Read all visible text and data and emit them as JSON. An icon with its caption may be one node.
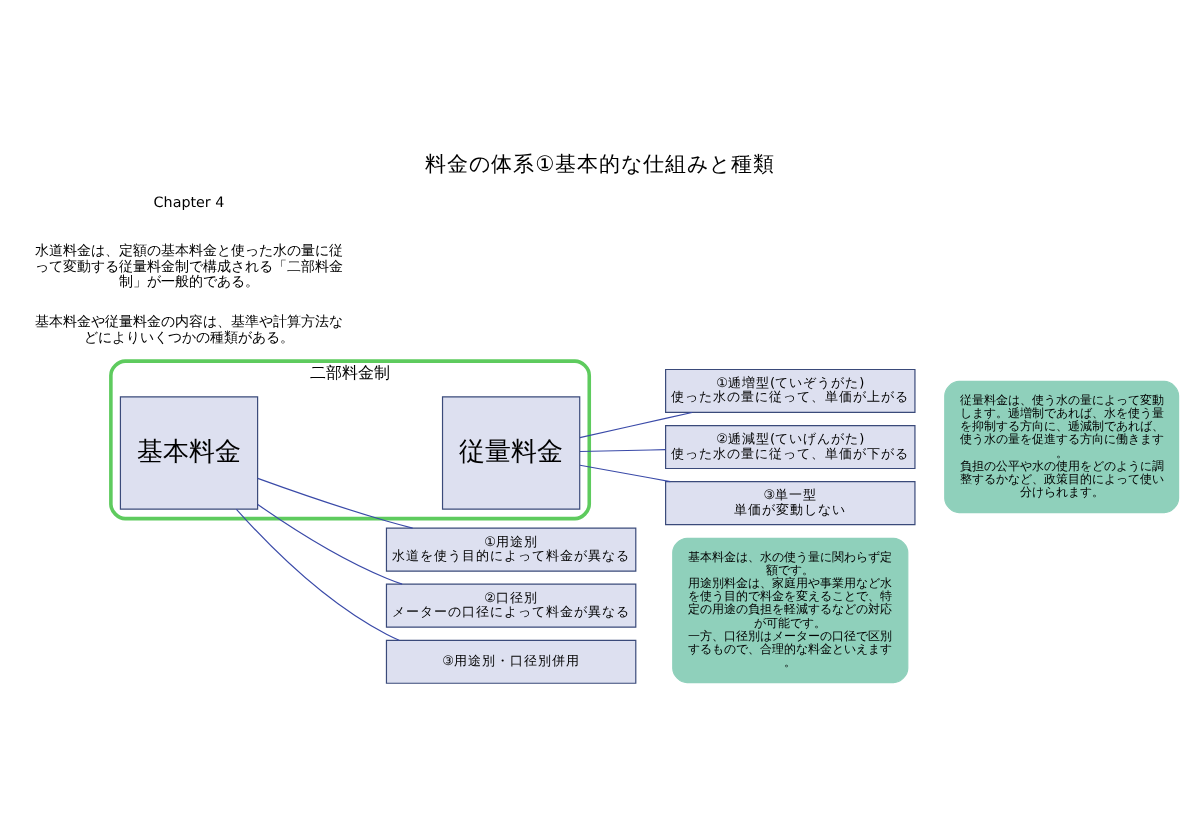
{
  "diagram": {
    "title": "料金の体系①基本的な仕組みと種類",
    "nodes": [
      {
        "text": [
          "二部料金制"
        ]
      },
      {
        "text": [
          "基本料金"
        ],
        "in": 0
      },
      {
        "text": [
          "①用途別",
          "水道を使う目的によって料金が異なる"
        ]
      },
      {
        "text": [
          "②口径別",
          "メーターの口径によって料金が異なる"
        ]
      },
      {
        "text": [
          "③用途別・口径別併用"
        ]
      },
      {
        "text": [
          "従量料金"
        ],
        "in": 0
      },
      {
        "text": [
          "①逓増型(ていぞうがた)",
          "使った水の量に従って、単価が上がる"
        ]
      },
      {
        "text": [
          "②逓減型(ていげんがた)",
          "使った水の量に従って、単価が下がる"
        ]
      },
      {
        "text": [
          "③単一型",
          "単価が変動しない"
        ]
      },
      {
        "text": [
          "基本料金は、水の使う量に関わらず定額です。",
          "用途別料金は、家庭用や事業用など水を使う目的で料金を変えることで、特定の用途の負担を軽減するなどの対応が可能です。",
          "一方、口径別はメーターの口径で区別するもので、合理的な料金といえます。"
        ]
      },
      {
        "text": [
          "従量料金は、使う水の量によって変動します。逓増制であれば、水を使う量を抑制する方向に、逓減制であれば、使う水の量を促進する方向に働きます。",
          "負担の公平や水の使用をどのように調整するかなど、政策目的によって使い分けられます。"
        ]
      }
    ],
    "edges": [
      {
        "from": 1,
        "to": 2,
        "arrow": "none"
      },
      {
        "from": 1,
        "to": 3,
        "arrow": "none"
      },
      {
        "from": 1,
        "to": 4,
        "arrow": "none"
      },
      {
        "from": 5,
        "to": 6,
        "arrow": "none"
      },
      {
        "from": 5,
        "to": 7,
        "arrow": "none"
      },
      {
        "from": 5,
        "to": 8,
        "arrow": "none"
      }
    ],
    "labels": [
      "Chapter 4",
      "水道料金は、定額の基本料金と使った水の量に従って変動する従量料金制で構成される「二部料金制」が一般的である。",
      "基本料金や従量料金の内容は、基準や計算方法などによりいくつかの種類がある。"
    ]
  }
}
